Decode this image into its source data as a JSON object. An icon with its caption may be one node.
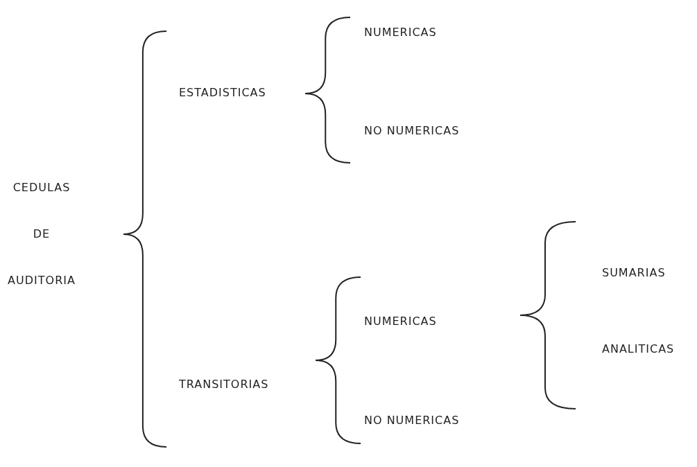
{
  "diagram": {
    "labels": [
      "CEDULAS DE AUDITORIA",
      "ESTADISTICAS",
      "NUMERICAS",
      "NO NUMERICAS",
      "TRANSITORIAS",
      "NUMERICAS",
      "NO NUMERICAS",
      "SUMARIAS",
      "ANALITICAS"
    ]
  }
}
